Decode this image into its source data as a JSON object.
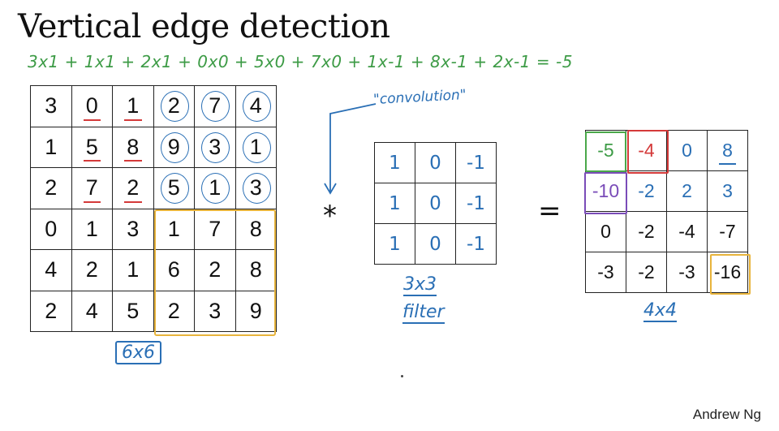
{
  "title": "Vertical edge detection",
  "equation": "3x1 + 1x1 + 2x1 + 0x0 + 5x0 + 7x0 + 1x-1 + 8x-1 + 2x-1 = -5",
  "convolution_label": "\"convolution\"",
  "operator_conv": "*",
  "operator_equals": "=",
  "input": {
    "label": "6x6",
    "rows": [
      [
        "3",
        "0",
        "1",
        "2",
        "7",
        "4"
      ],
      [
        "1",
        "5",
        "8",
        "9",
        "3",
        "1"
      ],
      [
        "2",
        "7",
        "2",
        "5",
        "1",
        "3"
      ],
      [
        "0",
        "1",
        "3",
        "1",
        "7",
        "8"
      ],
      [
        "4",
        "2",
        "1",
        "6",
        "2",
        "8"
      ],
      [
        "2",
        "4",
        "5",
        "2",
        "3",
        "9"
      ]
    ]
  },
  "filter": {
    "label_top": "3x3",
    "label_bottom": "filter",
    "rows": [
      [
        "1",
        "0",
        "-1"
      ],
      [
        "1",
        "0",
        "-1"
      ],
      [
        "1",
        "0",
        "-1"
      ]
    ]
  },
  "output": {
    "label": "4x4",
    "rows": [
      [
        "-5",
        "-4",
        "0",
        "8"
      ],
      [
        "-10",
        "-2",
        "2",
        "3"
      ],
      [
        "0",
        "-2",
        "-4",
        "-7"
      ],
      [
        "-3",
        "-2",
        "-3",
        "-16"
      ]
    ]
  },
  "colors": {
    "annotation_blue": "#2a6fb5",
    "annotation_green": "#3d9b46",
    "annotation_red": "#d43a3a",
    "annotation_orange": "#e8b43c",
    "annotation_purple": "#7a4cb8"
  },
  "author": "Andrew Ng"
}
